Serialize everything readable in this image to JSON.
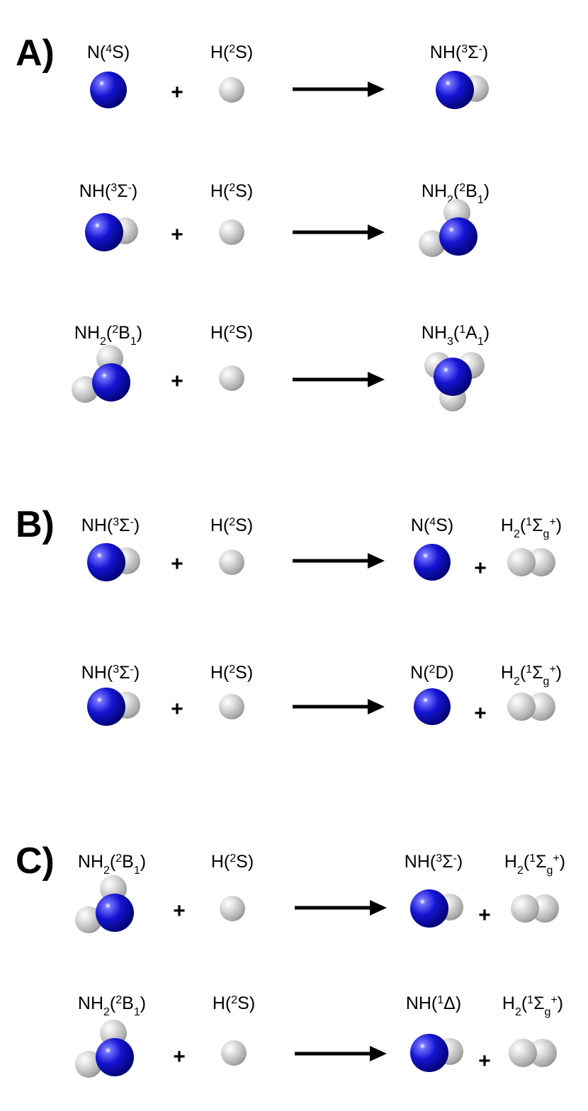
{
  "colors": {
    "nitrogen": "#1414d2",
    "hydrogen": "#c8c8c8",
    "arrow": "#000000",
    "text": "#000000"
  },
  "plus_sign": "+",
  "sections": [
    {
      "label": "A)",
      "reactions": [
        {
          "reactants": [
            {
              "formula": "N",
              "sub": "",
              "state": [
                [
                  "",
                  "("
                ],
                [
                  "sup",
                  "4"
                ],
                [
                  "",
                  "S)"
                ]
              ],
              "molecule": "N"
            },
            {
              "formula": "H",
              "sub": "",
              "state": [
                [
                  "",
                  "("
                ],
                [
                  "sup",
                  "2"
                ],
                [
                  "",
                  "S)"
                ]
              ],
              "molecule": "H"
            }
          ],
          "products": [
            {
              "formula": "NH",
              "sub": "",
              "state": [
                [
                  "",
                  "("
                ],
                [
                  "sup",
                  "3"
                ],
                [
                  "",
                  "Σ"
                ],
                [
                  "sup",
                  "-"
                ],
                [
                  "",
                  ")"
                ]
              ],
              "molecule": "NH"
            }
          ]
        },
        {
          "reactants": [
            {
              "formula": "NH",
              "sub": "",
              "state": [
                [
                  "",
                  "("
                ],
                [
                  "sup",
                  "3"
                ],
                [
                  "",
                  "Σ"
                ],
                [
                  "sup",
                  "-"
                ],
                [
                  "",
                  ")"
                ]
              ],
              "molecule": "NH"
            },
            {
              "formula": "H",
              "sub": "",
              "state": [
                [
                  "",
                  "("
                ],
                [
                  "sup",
                  "2"
                ],
                [
                  "",
                  "S)"
                ]
              ],
              "molecule": "H"
            }
          ],
          "products": [
            {
              "formula": "NH",
              "sub": "2",
              "state": [
                [
                  "",
                  "("
                ],
                [
                  "sup",
                  "2"
                ],
                [
                  "",
                  "B"
                ],
                [
                  "sub",
                  "1"
                ],
                [
                  "",
                  ")"
                ]
              ],
              "molecule": "NH2"
            }
          ]
        },
        {
          "reactants": [
            {
              "formula": "NH",
              "sub": "2",
              "state": [
                [
                  "",
                  "("
                ],
                [
                  "sup",
                  "2"
                ],
                [
                  "",
                  "B"
                ],
                [
                  "sub",
                  "1"
                ],
                [
                  "",
                  ")"
                ]
              ],
              "molecule": "NH2"
            },
            {
              "formula": "H",
              "sub": "",
              "state": [
                [
                  "",
                  "("
                ],
                [
                  "sup",
                  "2"
                ],
                [
                  "",
                  "S)"
                ]
              ],
              "molecule": "H"
            }
          ],
          "products": [
            {
              "formula": "NH",
              "sub": "3",
              "state": [
                [
                  "",
                  "("
                ],
                [
                  "sup",
                  "1"
                ],
                [
                  "",
                  "A"
                ],
                [
                  "sub",
                  "1"
                ],
                [
                  "",
                  ")"
                ]
              ],
              "molecule": "NH3"
            }
          ]
        }
      ]
    },
    {
      "label": "B)",
      "reactions": [
        {
          "reactants": [
            {
              "formula": "NH",
              "sub": "",
              "state": [
                [
                  "",
                  "("
                ],
                [
                  "sup",
                  "3"
                ],
                [
                  "",
                  "Σ"
                ],
                [
                  "sup",
                  "-"
                ],
                [
                  "",
                  ")"
                ]
              ],
              "molecule": "NH"
            },
            {
              "formula": "H",
              "sub": "",
              "state": [
                [
                  "",
                  "("
                ],
                [
                  "sup",
                  "2"
                ],
                [
                  "",
                  "S)"
                ]
              ],
              "molecule": "H"
            }
          ],
          "products": [
            {
              "formula": "N",
              "sub": "",
              "state": [
                [
                  "",
                  "("
                ],
                [
                  "sup",
                  "4"
                ],
                [
                  "",
                  "S)"
                ]
              ],
              "molecule": "N"
            },
            {
              "formula": "H",
              "sub": "2",
              "state": [
                [
                  "",
                  "("
                ],
                [
                  "sup",
                  "1"
                ],
                [
                  "",
                  "Σ"
                ],
                [
                  "sub",
                  "g"
                ],
                [
                  "sup",
                  "+"
                ],
                [
                  "",
                  ")"
                ]
              ],
              "molecule": "H2"
            }
          ]
        },
        {
          "reactants": [
            {
              "formula": "NH",
              "sub": "",
              "state": [
                [
                  "",
                  "("
                ],
                [
                  "sup",
                  "3"
                ],
                [
                  "",
                  "Σ"
                ],
                [
                  "sup",
                  "-"
                ],
                [
                  "",
                  ")"
                ]
              ],
              "molecule": "NH"
            },
            {
              "formula": "H",
              "sub": "",
              "state": [
                [
                  "",
                  "("
                ],
                [
                  "sup",
                  "2"
                ],
                [
                  "",
                  "S)"
                ]
              ],
              "molecule": "H"
            }
          ],
          "products": [
            {
              "formula": "N",
              "sub": "",
              "state": [
                [
                  "",
                  "("
                ],
                [
                  "sup",
                  "2"
                ],
                [
                  "",
                  "D)"
                ]
              ],
              "molecule": "N"
            },
            {
              "formula": "H",
              "sub": "2",
              "state": [
                [
                  "",
                  "("
                ],
                [
                  "sup",
                  "1"
                ],
                [
                  "",
                  "Σ"
                ],
                [
                  "sub",
                  "g"
                ],
                [
                  "sup",
                  "+"
                ],
                [
                  "",
                  ")"
                ]
              ],
              "molecule": "H2"
            }
          ]
        }
      ]
    },
    {
      "label": "C)",
      "reactions": [
        {
          "reactants": [
            {
              "formula": "NH",
              "sub": "2",
              "state": [
                [
                  "",
                  "("
                ],
                [
                  "sup",
                  "2"
                ],
                [
                  "",
                  "B"
                ],
                [
                  "sub",
                  "1"
                ],
                [
                  "",
                  ")"
                ]
              ],
              "molecule": "NH2"
            },
            {
              "formula": "H",
              "sub": "",
              "state": [
                [
                  "",
                  "("
                ],
                [
                  "sup",
                  "2"
                ],
                [
                  "",
                  "S)"
                ]
              ],
              "molecule": "H"
            }
          ],
          "products": [
            {
              "formula": "NH",
              "sub": "",
              "state": [
                [
                  "",
                  "("
                ],
                [
                  "sup",
                  "3"
                ],
                [
                  "",
                  "Σ"
                ],
                [
                  "sup",
                  "-"
                ],
                [
                  "",
                  ")"
                ]
              ],
              "molecule": "NH"
            },
            {
              "formula": "H",
              "sub": "2",
              "state": [
                [
                  "",
                  "("
                ],
                [
                  "sup",
                  "1"
                ],
                [
                  "",
                  "Σ"
                ],
                [
                  "sub",
                  "g"
                ],
                [
                  "sup",
                  "+"
                ],
                [
                  "",
                  ")"
                ]
              ],
              "molecule": "H2"
            }
          ]
        },
        {
          "reactants": [
            {
              "formula": "NH",
              "sub": "2",
              "state": [
                [
                  "",
                  "("
                ],
                [
                  "sup",
                  "2"
                ],
                [
                  "",
                  "B"
                ],
                [
                  "sub",
                  "1"
                ],
                [
                  "",
                  ")"
                ]
              ],
              "molecule": "NH2"
            },
            {
              "formula": "H",
              "sub": "",
              "state": [
                [
                  "",
                  "("
                ],
                [
                  "sup",
                  "2"
                ],
                [
                  "",
                  "S)"
                ]
              ],
              "molecule": "H"
            }
          ],
          "products": [
            {
              "formula": "NH",
              "sub": "",
              "state": [
                [
                  "",
                  "("
                ],
                [
                  "sup",
                  "1"
                ],
                [
                  "",
                  "Δ)"
                ]
              ],
              "molecule": "NH"
            },
            {
              "formula": "H",
              "sub": "2",
              "state": [
                [
                  "",
                  "("
                ],
                [
                  "sup",
                  "1"
                ],
                [
                  "",
                  "Σ"
                ],
                [
                  "sub",
                  "g"
                ],
                [
                  "sup",
                  "+"
                ],
                [
                  "",
                  ")"
                ]
              ],
              "molecule": "H2"
            }
          ]
        }
      ]
    }
  ]
}
